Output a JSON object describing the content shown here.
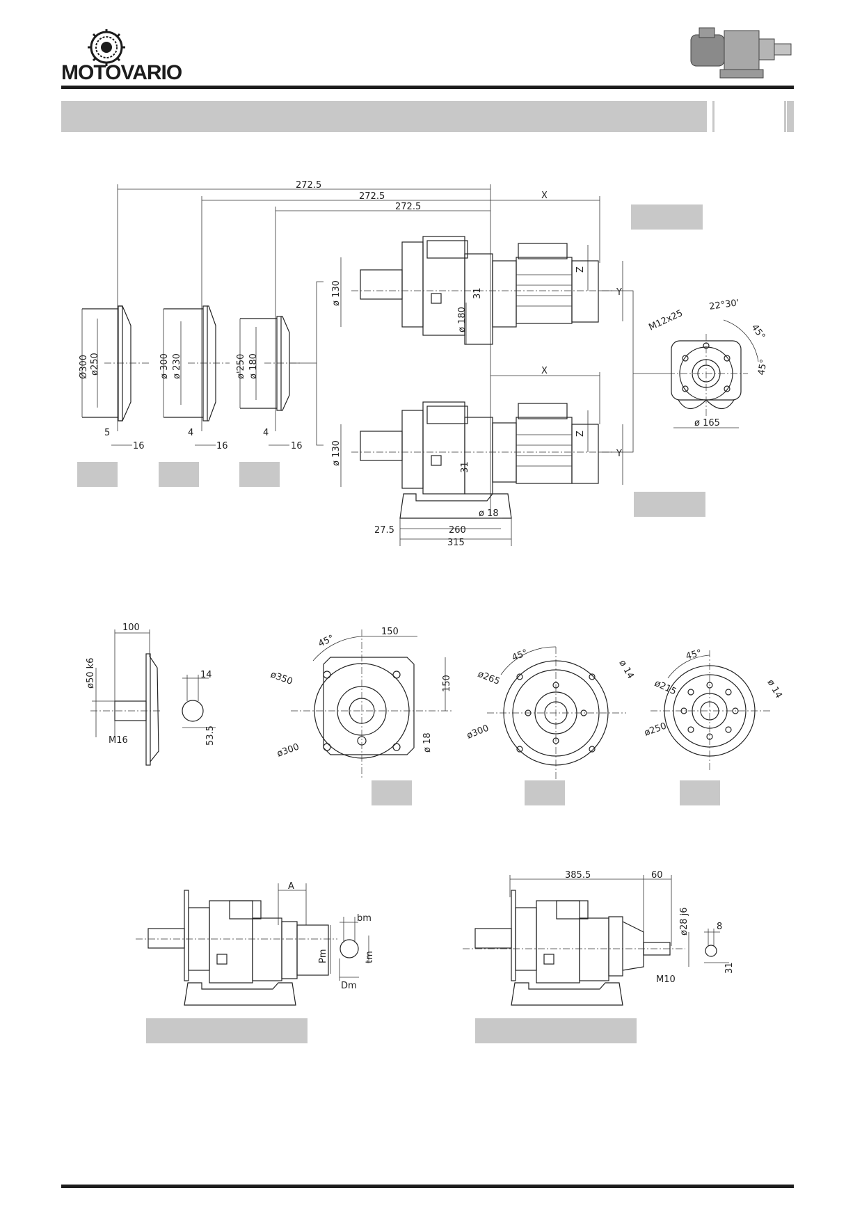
{
  "header": {
    "brand": "MOTOVARIO",
    "logo_icon": "motovario-gear-logo",
    "product_icon": "helical-gearmotor-illustration"
  },
  "colors": {
    "label_fill": "#c8c8c8",
    "rule": "#1c1c1c",
    "line": "#222222"
  },
  "dimensions": {
    "flange_offset": "272.5",
    "x": "X",
    "y": "Y",
    "z": "Z",
    "d130": "ø 130",
    "h31": "31",
    "d180": "ø 180",
    "d300": "Ø300",
    "d250": "ø250",
    "d300b": "ø 300",
    "d230": "ø 230",
    "d250b": "ø'250",
    "d180b": "ø 180",
    "t5": "5",
    "t4": "4",
    "t16": "16",
    "m12": "M12x25",
    "ang22": "22°30'",
    "ang45": "45°",
    "d165": "ø 165",
    "d18": "ø 18",
    "f27": "27.5",
    "f260": "260",
    "f315": "315",
    "s100": "100",
    "s50": "ø50 k6",
    "s14": "14",
    "s535": "53.5",
    "m16": "M16",
    "f150": "150",
    "d350": "ø350",
    "d300c": "ø300",
    "d18b": "ø 18",
    "d265": "ø265",
    "d14": "ø 14",
    "d215": "ø215",
    "d250c": "ø250",
    "a": "A",
    "bm": "bm",
    "tm": "tm",
    "dm": "Dm",
    "pm": "Pm",
    "l385": "385.5",
    "l60": "60",
    "d28": "ø28 j6",
    "k8": "8",
    "m10": "M10"
  }
}
